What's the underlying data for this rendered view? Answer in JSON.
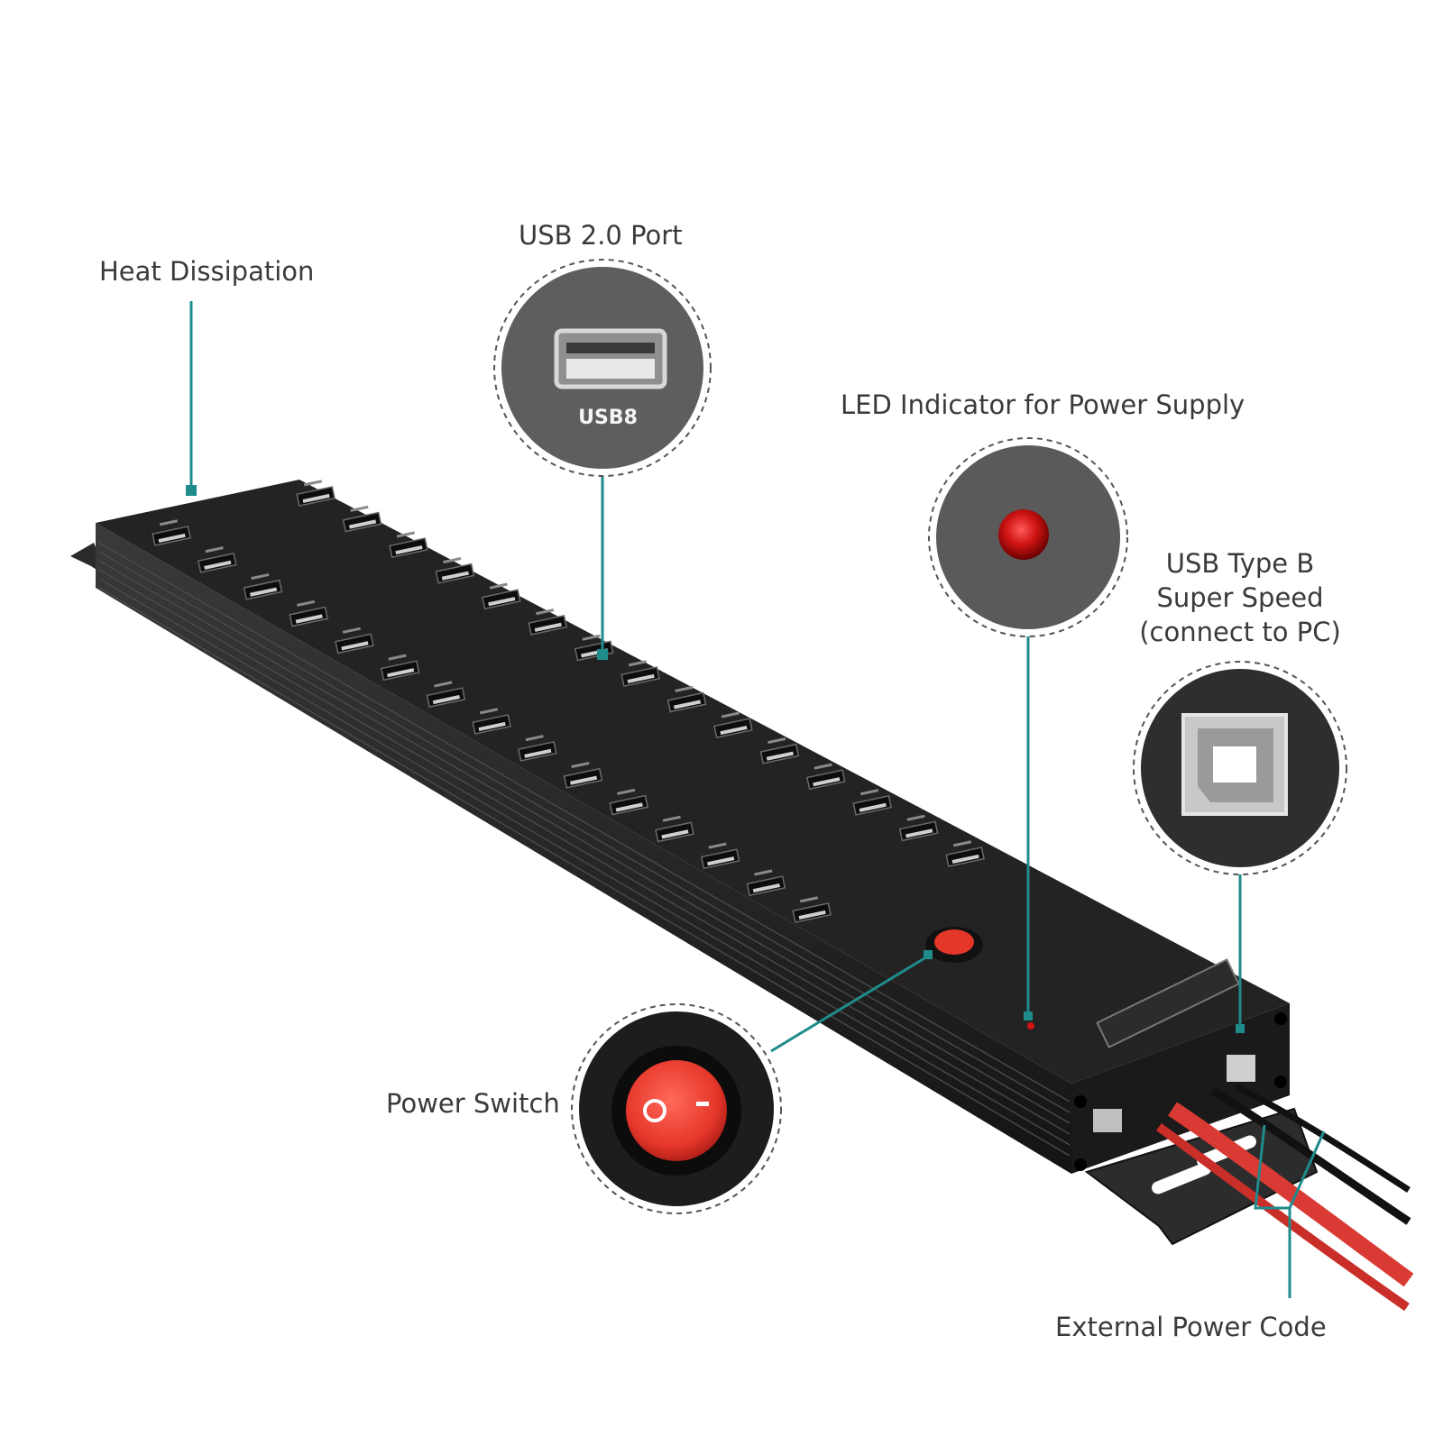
{
  "callouts": {
    "heat_dissipation": "Heat Dissipation",
    "usb_port": "USB 2.0 Port",
    "led_indicator": "LED Indicator for Power Supply",
    "usb_type_b": [
      "USB Type B",
      "Super Speed",
      "(connect to PC)"
    ],
    "power_switch": "Power Switch",
    "external_power": "External Power Code"
  },
  "closeups": {
    "usb_port_label": "USB8"
  },
  "colors": {
    "leader_line": "#1f8b8b",
    "hub_body": "#232323",
    "switch_red": "#e5362a",
    "led_red": "#d11414",
    "cable_red": "#d93a33"
  }
}
